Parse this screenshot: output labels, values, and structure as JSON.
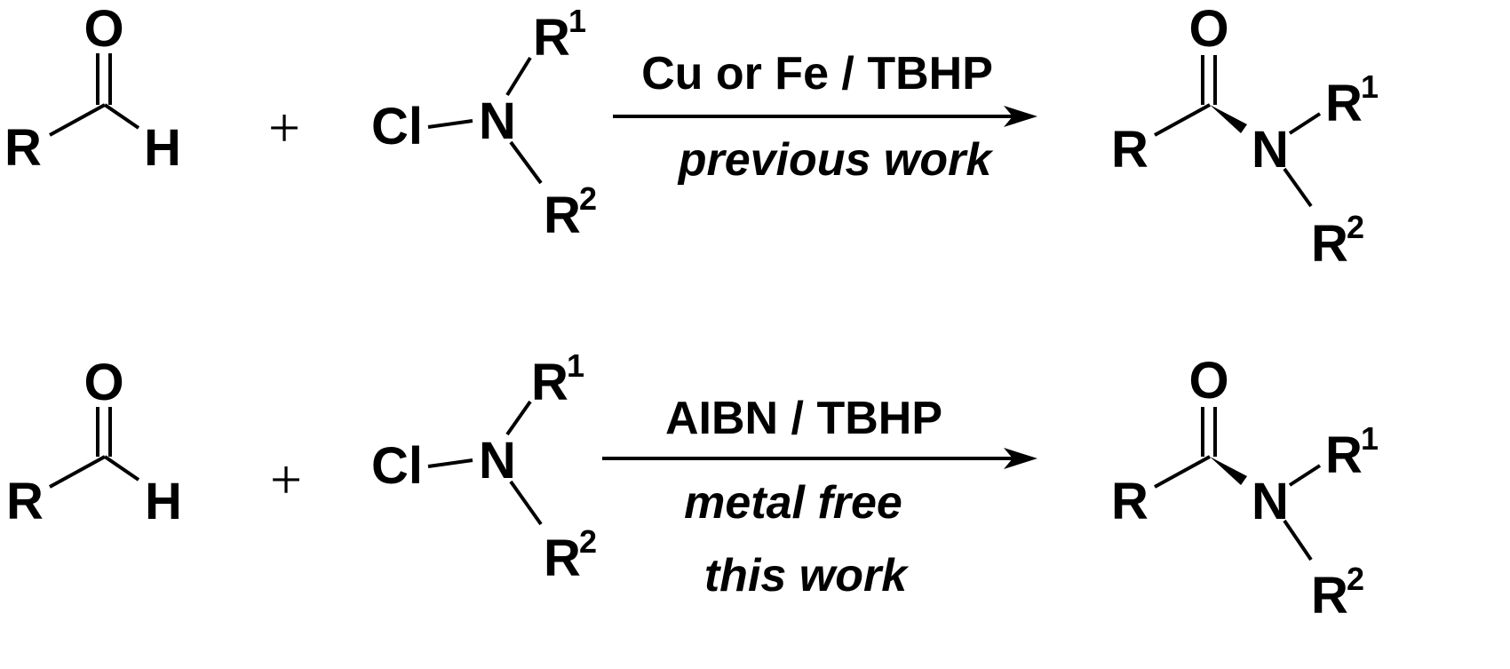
{
  "reactions": [
    {
      "aldehyde": {
        "r": "R",
        "h": "H",
        "o": "O"
      },
      "plus": "+",
      "chloramine": {
        "cl": "Cl",
        "n": "N",
        "r1": "R",
        "r1_sup": "1",
        "r2": "R",
        "r2_sup": "2"
      },
      "conditions": "Cu or Fe / TBHP",
      "notes": [
        "previous work"
      ],
      "product": {
        "r": "R",
        "o": "O",
        "n": "N",
        "r1": "R",
        "r1_sup": "1",
        "r2": "R",
        "r2_sup": "2"
      }
    },
    {
      "aldehyde": {
        "r": "R",
        "h": "H",
        "o": "O"
      },
      "plus": "+",
      "chloramine": {
        "cl": "Cl",
        "n": "N",
        "r1": "R",
        "r1_sup": "1",
        "r2": "R",
        "r2_sup": "2"
      },
      "conditions": "AIBN / TBHP",
      "notes": [
        "metal free",
        "this work"
      ],
      "product": {
        "r": "R",
        "o": "O",
        "n": "N",
        "r1": "R",
        "r1_sup": "1",
        "r2": "R",
        "r2_sup": "2"
      }
    }
  ]
}
